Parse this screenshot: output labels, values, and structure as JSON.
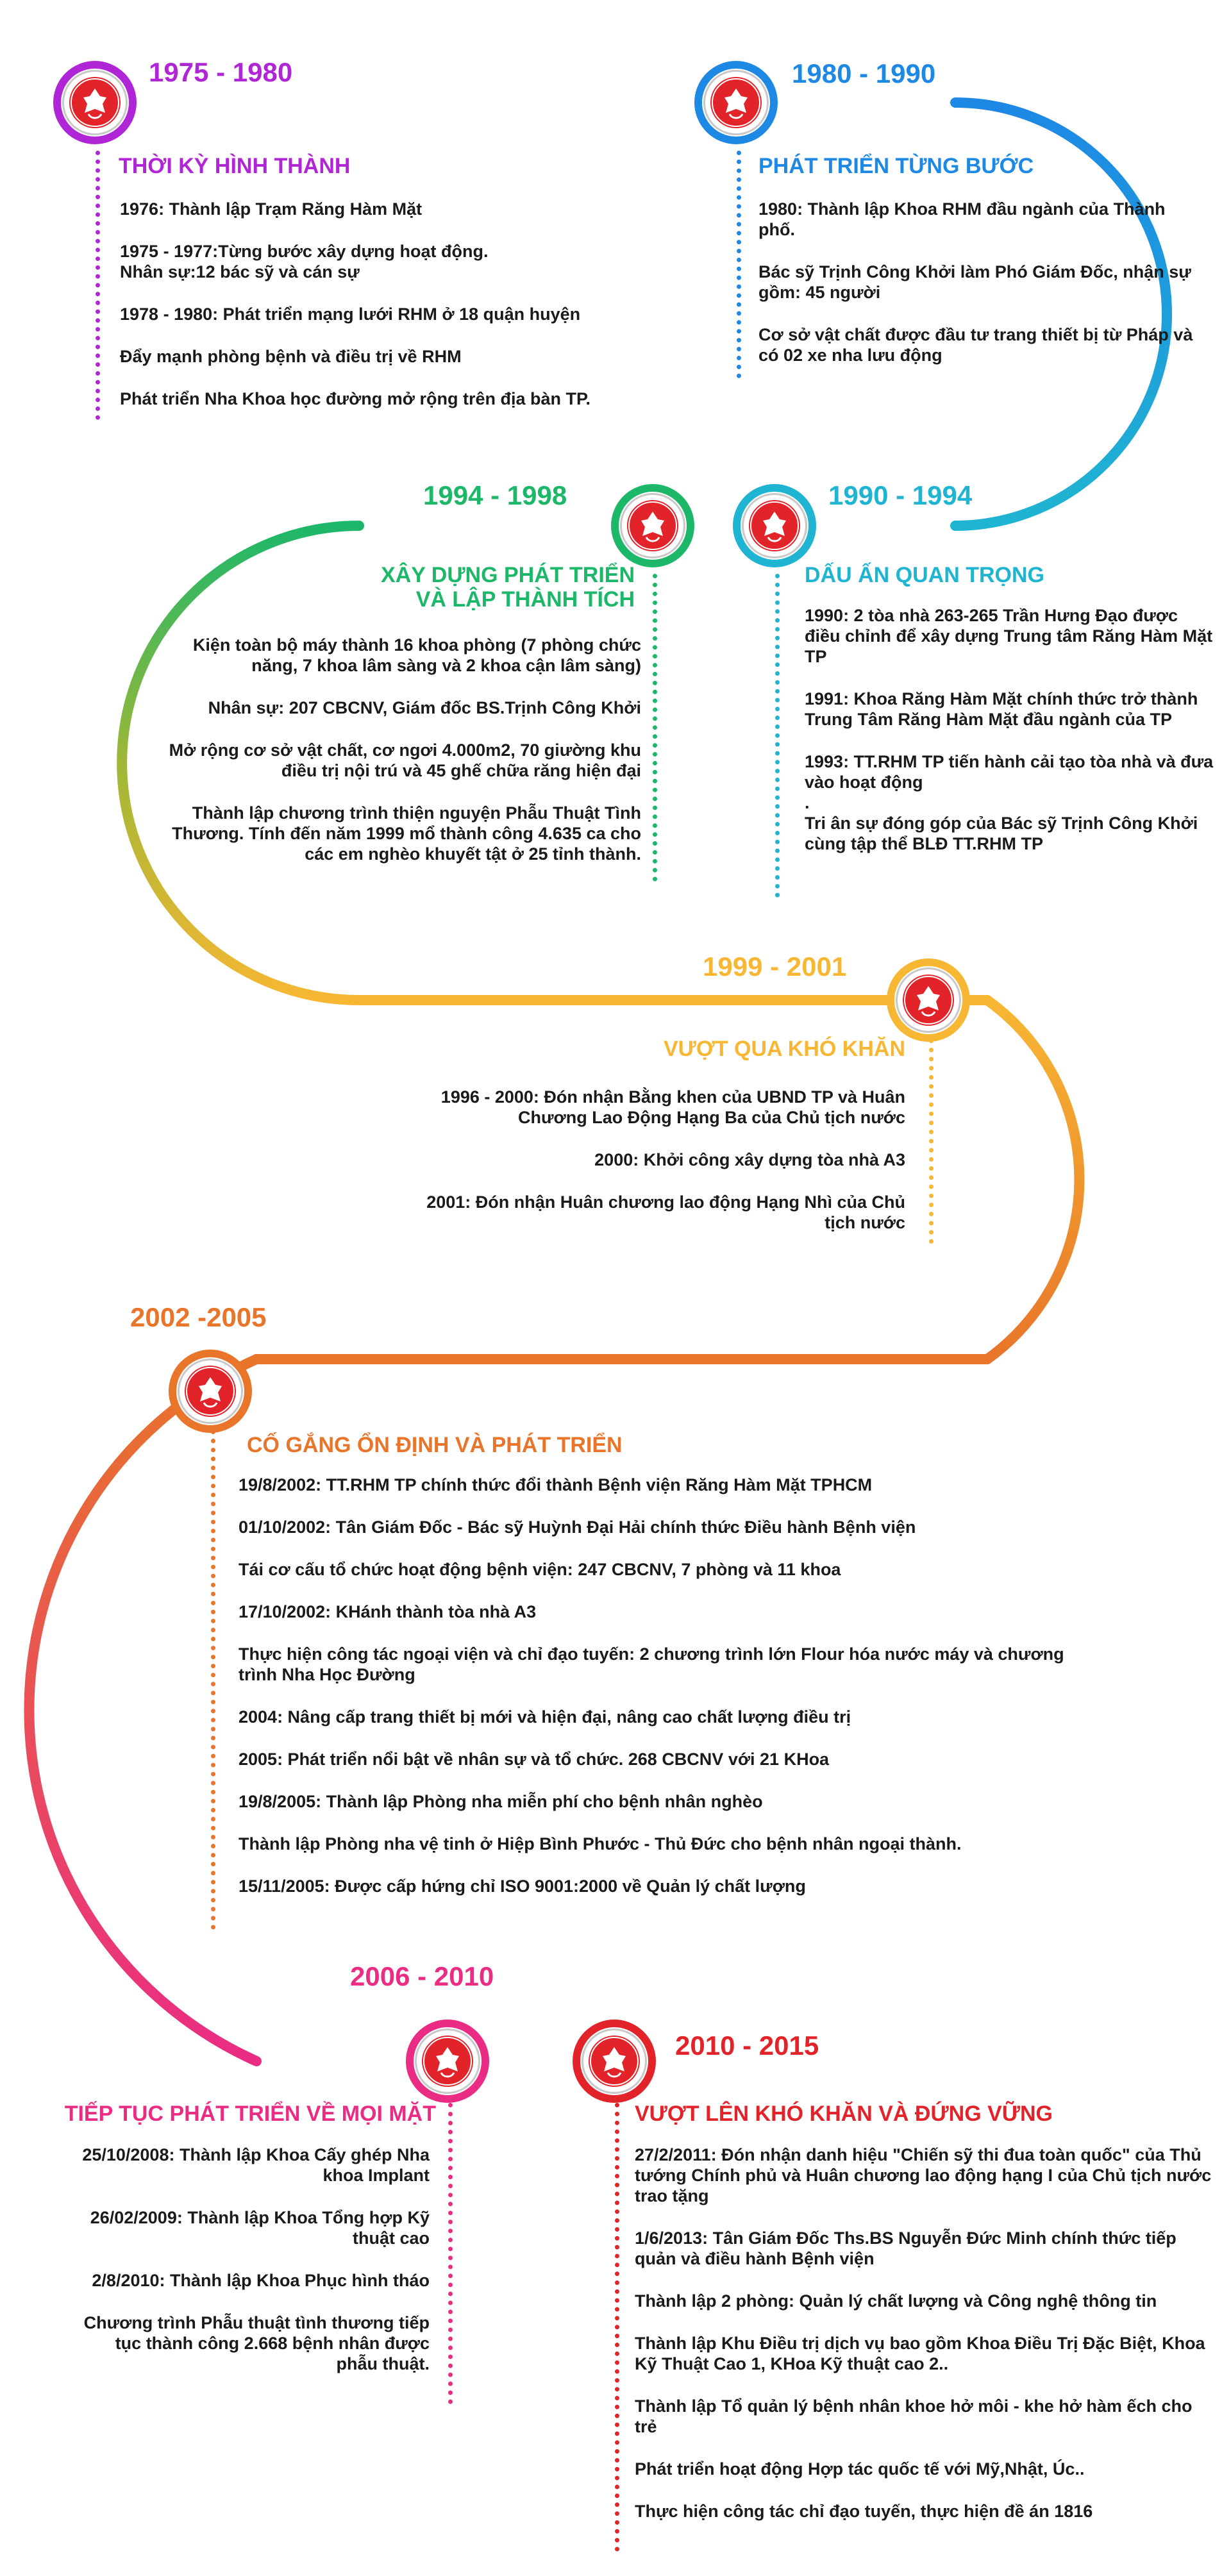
{
  "colors": {
    "purple": "#b026d6",
    "blue": "#1e88e5",
    "cyan": "#1fb4d1",
    "green": "#1db76a",
    "olive": "#9fb736",
    "yellow": "#f7b733",
    "orange": "#e8752a",
    "pink": "#ea2c84",
    "red": "#e2232a"
  },
  "periods": [
    {
      "year": "1975 - 1980",
      "heading": "THỜI KỲ HÌNH THÀNH",
      "items": [
        "1976: Thành lập Trạm Răng Hàm Mặt",
        "1975 - 1977:Từng bước xây dựng hoạt động.\nNhân sự:12 bác sỹ và cán sự",
        "1978 - 1980: Phát triển mạng lưới RHM ở 18 quận huyện",
        "Đẩy mạnh phòng bệnh và điều trị về RHM",
        "Phát triển Nha Khoa học đường mở rộng trên địa bàn TP."
      ]
    },
    {
      "year": "1980 - 1990",
      "heading": "PHÁT TRIỂN TỪNG BƯỚC",
      "items": [
        "1980: Thành lập Khoa RHM đầu ngành của Thành phố.",
        "Bác sỹ Trịnh Công Khởi làm Phó Giám Đốc, nhận sự gồm: 45 người",
        "Cơ sở vật chất được đầu tư trang thiết bị từ Pháp và có 02 xe nha lưu động"
      ]
    },
    {
      "year": "1990 - 1994",
      "heading": "DẤU ẤN QUAN TRỌNG",
      "items": [
        "1990:  2 tòa nhà 263-265 Trần Hưng Đạo được điều chỉnh để xây dựng Trung tâm Răng Hàm Mặt TP",
        "1991: Khoa Răng Hàm Mặt chính thức trở thành Trung Tâm Răng Hàm Mặt đầu ngành của TP",
        "1993: TT.RHM TP tiến hành cải tạo tòa nhà và đưa vào hoạt động\n.\nTri ân sự đóng góp của Bác sỹ Trịnh Công Khởi cùng tập thể BLĐ TT.RHM TP"
      ]
    },
    {
      "year": "1994 - 1998",
      "heading": "XÂY DỰNG PHÁT TRIỂN\nVÀ LẬP THÀNH TÍCH",
      "items": [
        "Kiện toàn bộ máy thành 16 khoa phòng (7 phòng chức năng, 7 khoa lâm sàng và 2 khoa cận lâm sàng)",
        "Nhân sự: 207  CBCNV,  Giám đốc BS.Trịnh Công Khởi",
        "Mở rộng cơ sở vật chất, cơ ngơi 4.000m2, 70 giường khu điều trị nội trú và 45 ghế chữa răng hiện đại",
        "Thành lập chương trình thiện nguyện Phẫu Thuật Tình Thương. Tính đến năm 1999 mổ thành công 4.635 ca cho các em nghèo khuyết tật ở 25 tỉnh thành."
      ]
    },
    {
      "year": "1999 - 2001",
      "heading": "VƯỢT QUA KHÓ KHĂN",
      "items": [
        "1996 - 2000: Đón nhận Bằng khen của UBND TP và Huân Chương Lao Động Hạng Ba của Chủ tịch nước",
        "2000: Khởi công xây dựng tòa nhà A3",
        "2001: Đón nhận Huân chương lao động Hạng Nhì của Chủ tịch nước"
      ]
    },
    {
      "year": "2002 -2005",
      "heading": "CỐ GẮNG ỔN ĐỊNH VÀ PHÁT TRIỂN",
      "items": [
        "19/8/2002: TT.RHM TP chính thức đổi thành Bệnh viện Răng Hàm Mặt TPHCM",
        "01/10/2002: Tân Giám Đốc - Bác sỹ Huỳnh Đại Hải chính thức Điều hành Bệnh viện",
        "Tái cơ cấu tổ chức hoạt động bệnh viện: 247 CBCNV, 7 phòng và 11 khoa",
        "17/10/2002: KHánh thành tòa nhà A3",
        "Thực hiện công tác ngoại viện và chỉ đạo tuyến: 2 chương trình lớn Flour hóa nước máy và chương trình Nha Học Đường",
        "2004: Nâng cấp trang thiết bị  mới và hiện đại, nâng cao chất lượng điều trị",
        "2005: Phát triển nổi bật về nhân sự và tổ chức. 268 CBCNV với 21 KHoa",
        "19/8/2005: Thành lập Phòng nha miễn phí cho bệnh nhân nghèo",
        "Thành lập Phòng nha vệ tinh ở Hiệp Bình Phước - Thủ Đức cho bệnh nhân ngoại thành.",
        "15/11/2005: Được cấp hứng chỉ ISO 9001:2000 về Quản lý chất lượng"
      ]
    },
    {
      "year": "2006 - 2010",
      "heading": "TIẾP TỤC PHÁT TRIỂN VỀ MỌI MẶT",
      "items": [
        "25/10/2008: Thành lập Khoa Cấy ghép Nha khoa Implant",
        "26/02/2009: Thành lập Khoa Tổng hợp Kỹ thuật cao",
        "2/8/2010: Thành lập Khoa Phục hình tháo",
        "Chương trình Phẫu thuật tình thương tiếp tục thành công 2.668 bệnh nhân được phẫu thuật."
      ]
    },
    {
      "year": "2010 - 2015",
      "heading": "VƯỢT LÊN KHÓ KHĂN VÀ ĐỨNG VỮNG",
      "items": [
        "27/2/2011: Đón nhận danh hiệu \"Chiến sỹ thi đua toàn quốc\" của Thủ tướng Chính phủ và Huân chương lao động hạng I của Chủ tịch nước trao tặng",
        "1/6/2013: Tân Giám Đốc Ths.BS Nguyễn Đức Minh chính thức tiếp quản và điều hành Bệnh viện",
        "Thành lập 2 phòng: Quản lý chất lượng và Công nghệ thông tin",
        "Thành lập Khu Điều trị dịch vụ bao gồm Khoa Điều Trị Đặc Biệt, Khoa Kỹ Thuật Cao 1, KHoa Kỹ thuật cao 2..",
        "Thành lập Tổ quản lý bệnh nhân khoe hở môi - khe hở hàm ếch cho trẻ",
        "Phát triển hoạt động Hợp tác quốc tế với Mỹ,Nhật, Úc..",
        "Thực hiện công tác chỉ đạo tuyến, thực hiện đề án 1816"
      ]
    }
  ]
}
